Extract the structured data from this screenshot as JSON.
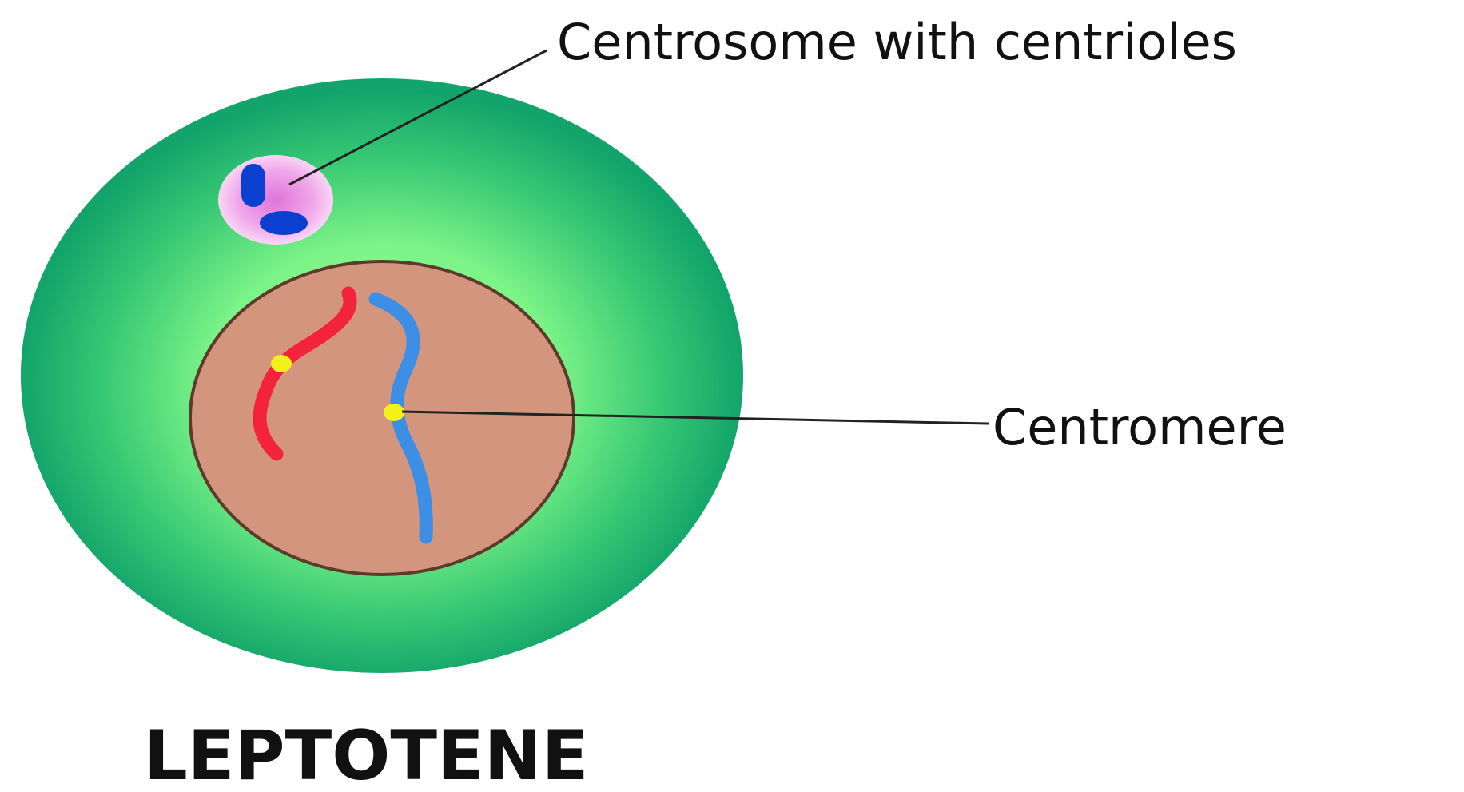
{
  "title": "LEPTOTENE",
  "labels": {
    "centrosome": "Centrosome with centrioles",
    "centromere": "Centromere"
  },
  "colors": {
    "cytoplasm_outer": "#17a86e",
    "cytoplasm_inner": "#86fb8a",
    "nucleus_fill": "#d4957e",
    "nucleus_stroke": "#5e3a2c",
    "centrosome_fill": "#ea8ee3",
    "centriole": "#0b3fd0",
    "chromosome_red": "#f3233d",
    "chromosome_blue": "#3d8fe6",
    "centromere_dot": "#f2f21a",
    "leader_line": "#222222",
    "text": "#111111"
  }
}
